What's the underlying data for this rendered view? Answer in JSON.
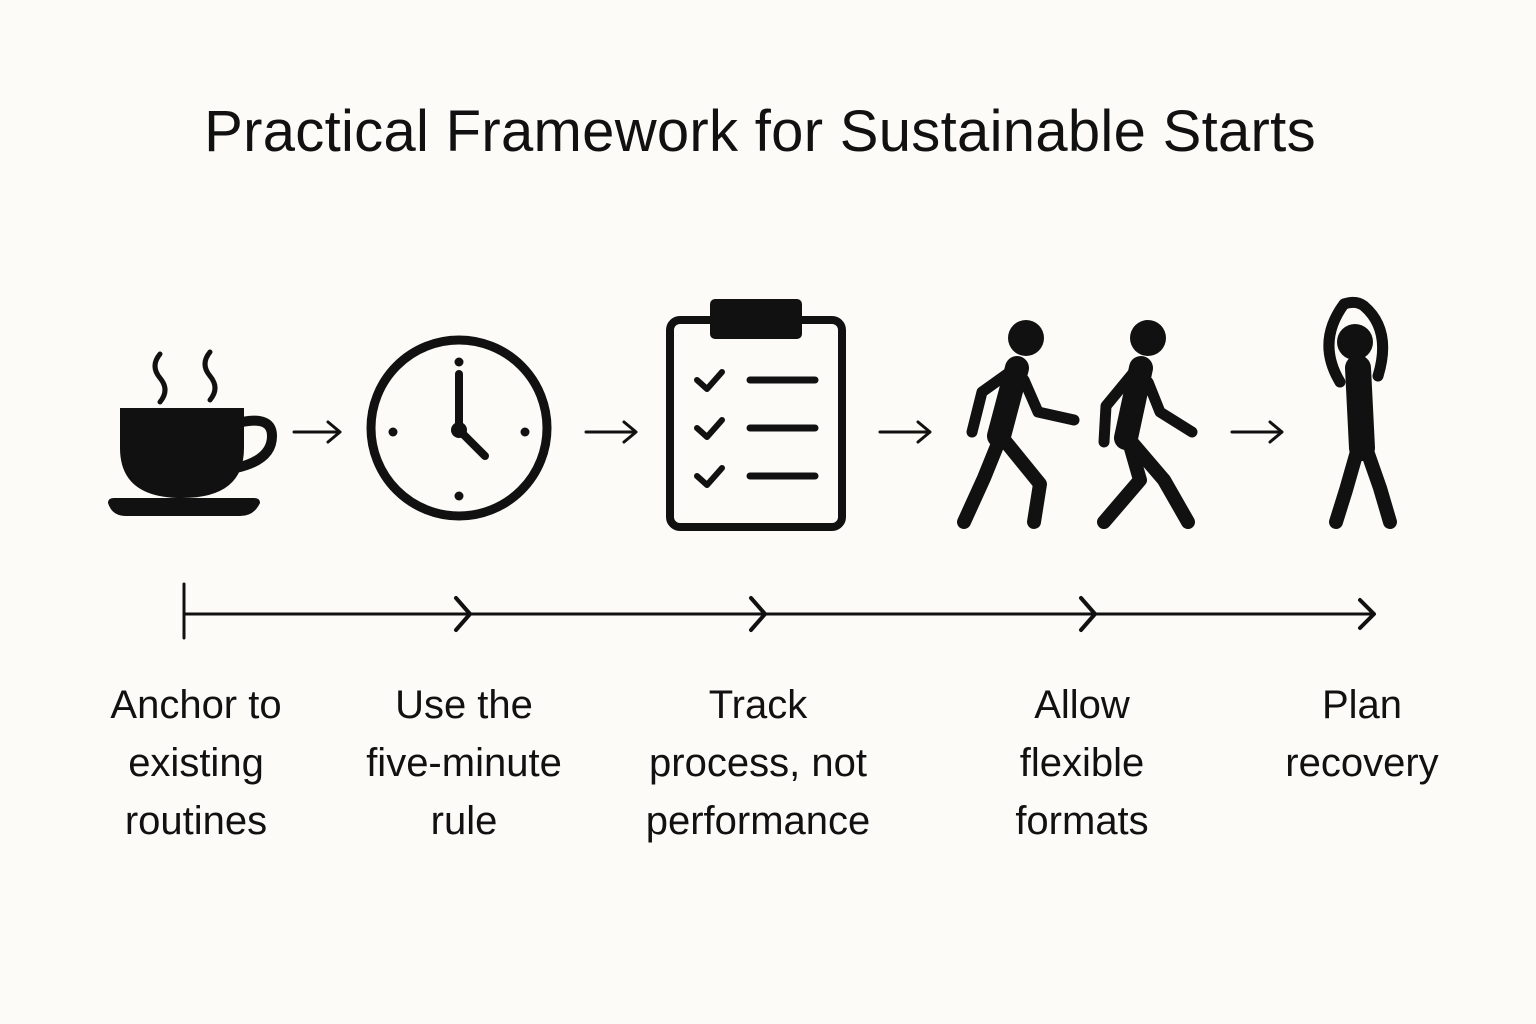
{
  "title": "Practical Framework for Sustainable Starts",
  "steps": [
    {
      "icon": "coffee-cup-icon",
      "label": "Anchor to\nexisting\nroutines"
    },
    {
      "icon": "clock-icon",
      "label": "Use the\nfive-minute\nrule"
    },
    {
      "icon": "checklist-clipboard-icon",
      "label": "Track\nprocess, not\nperformance"
    },
    {
      "icon": "walking-people-icon",
      "label": "Allow\nflexible\nformats"
    },
    {
      "icon": "stretching-person-icon",
      "label": "Plan\nrecovery"
    }
  ],
  "colors": {
    "ink": "#111111",
    "background": "#fcfbf8"
  }
}
